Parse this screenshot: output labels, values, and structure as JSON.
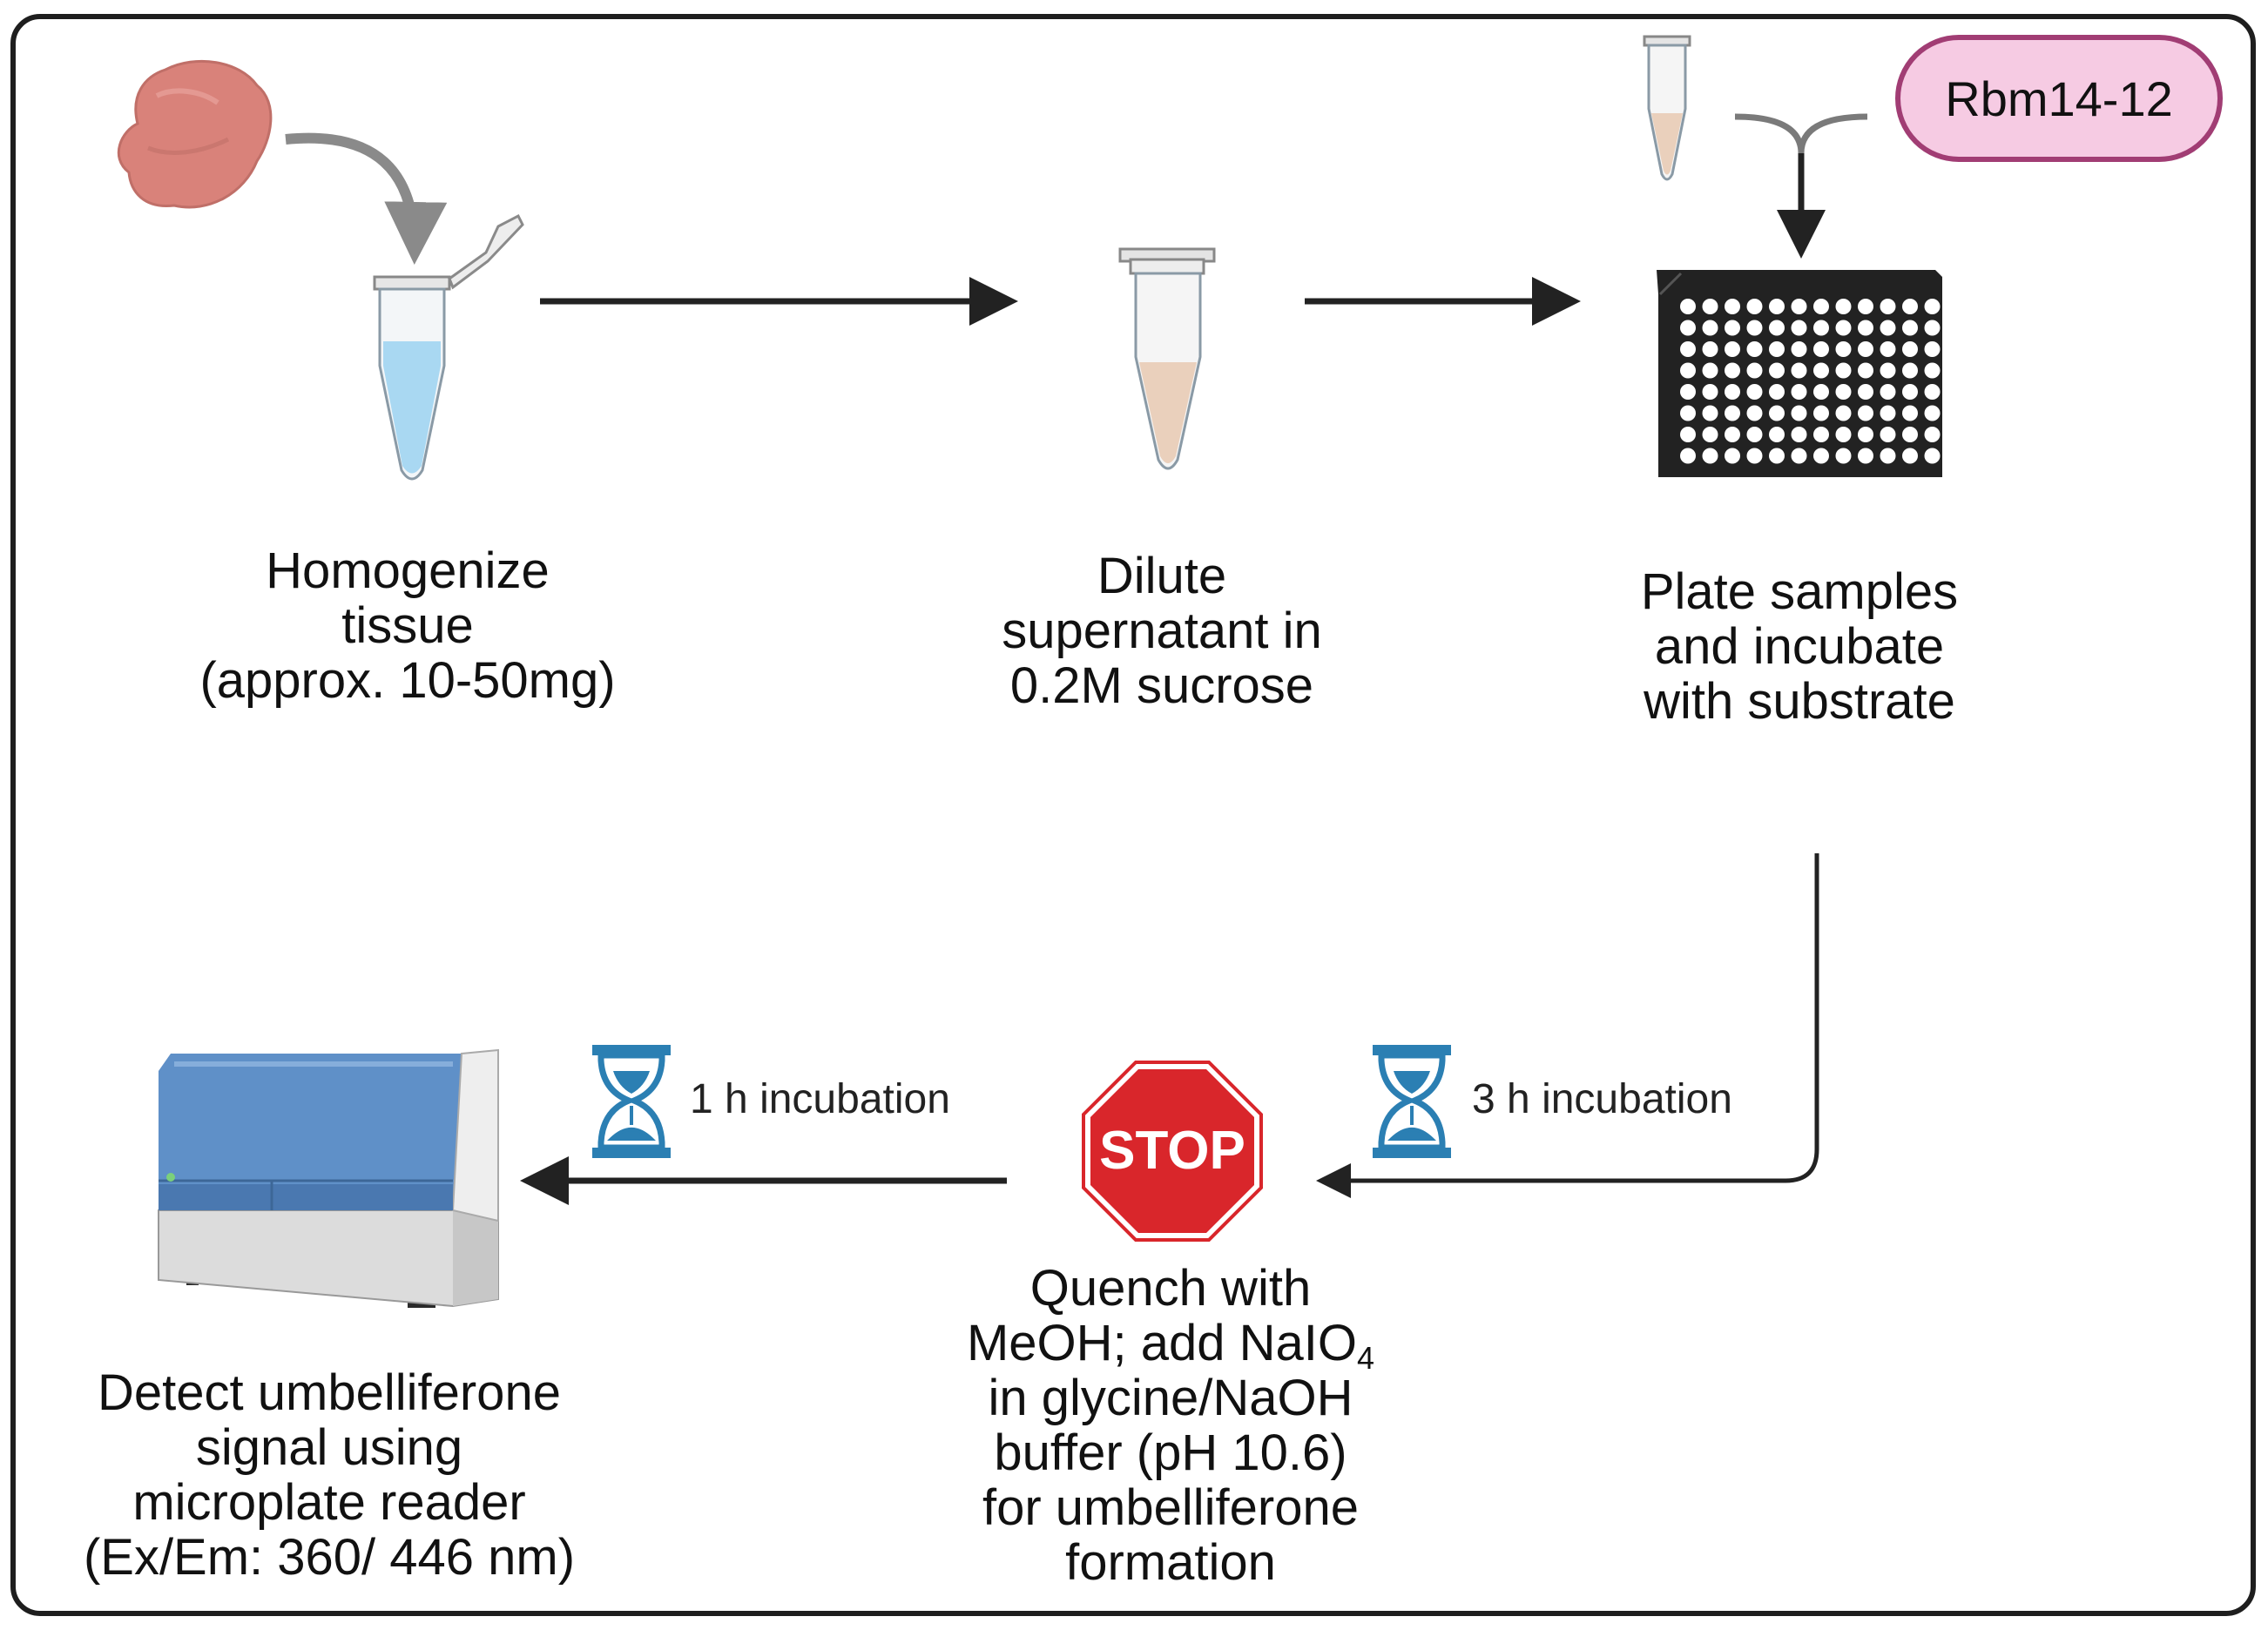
{
  "reagent_label": "Rbm14-12",
  "stop_sign_text": "STOP",
  "steps": [
    {
      "lines": [
        "Homogenize",
        "tissue",
        "(approx. 10-50mg)"
      ]
    },
    {
      "lines": [
        "Dilute",
        "supernatant in",
        "0.2M sucrose"
      ]
    },
    {
      "lines": [
        "Plate samples",
        "and incubate",
        "with substrate"
      ]
    },
    {
      "lines": [
        "Quench with",
        "MeOH; add NaIO",
        "4",
        "in glycine/NaOH",
        "buffer (pH 10.6)",
        "for umbelliferone",
        "formation"
      ]
    },
    {
      "lines": [
        "Detect umbelliferone",
        "signal using",
        "microplate reader",
        "(Ex/Em: 360/ 446 nm)"
      ]
    }
  ],
  "incubations": [
    "3 h incubation",
    "1 h incubation"
  ],
  "icons": [
    "tissue-icon",
    "tube-blue-icon",
    "tube-beige-icon",
    "small-tube-icon",
    "well-plate-icon",
    "stop-sign-icon",
    "hourglass-icon",
    "plate-reader-icon"
  ],
  "colors": {
    "tissue": "#d9827a",
    "buffer": "#a9d8f2",
    "supernatant": "#ead0bc",
    "plate": "#222222",
    "stop": "#d9262b",
    "hourglass": "#2b7fb3",
    "reader_blue": "#5f90c8",
    "pill_fill": "#f6cbe3",
    "pill_border": "#a13d74"
  }
}
